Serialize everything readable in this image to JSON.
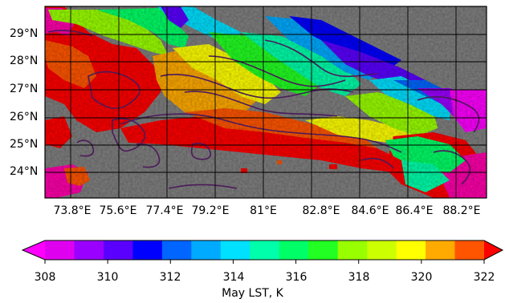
{
  "map": {
    "lat_ticks": [
      "29°N",
      "28°N",
      "27°N",
      "26°N",
      "25°N",
      "24°N"
    ],
    "lon_ticks": [
      "73.8°E",
      "75.6°E",
      "77.4°E",
      "79.2°E",
      "81°E",
      "82.8°E",
      "84.6°E",
      "86.4°E",
      "88.2°E"
    ],
    "extent": {
      "lon_min": 73.0,
      "lon_max": 89.0,
      "lat_min": 23.0,
      "lat_max": 30.0
    },
    "colors": {
      "missing": "#808080",
      "grid": "#000000",
      "contour": "#4b1a5a"
    }
  },
  "colorbar": {
    "min": 308,
    "max": 322,
    "tick_values": [
      308,
      310,
      312,
      314,
      316,
      318,
      320,
      322
    ],
    "tick_labels": [
      "308",
      "310",
      "312",
      "314",
      "316",
      "318",
      "320",
      "322"
    ],
    "label": "May LST, K",
    "bins": [
      "#ff00ff",
      "#e000f0",
      "#9a00ff",
      "#5a00ff",
      "#0000ff",
      "#0066ff",
      "#00aaff",
      "#00e0ff",
      "#00ffaa",
      "#00ff66",
      "#22ff22",
      "#99ff00",
      "#ccff00",
      "#ffff00",
      "#ffaa00",
      "#ff5500",
      "#ff0000"
    ]
  }
}
